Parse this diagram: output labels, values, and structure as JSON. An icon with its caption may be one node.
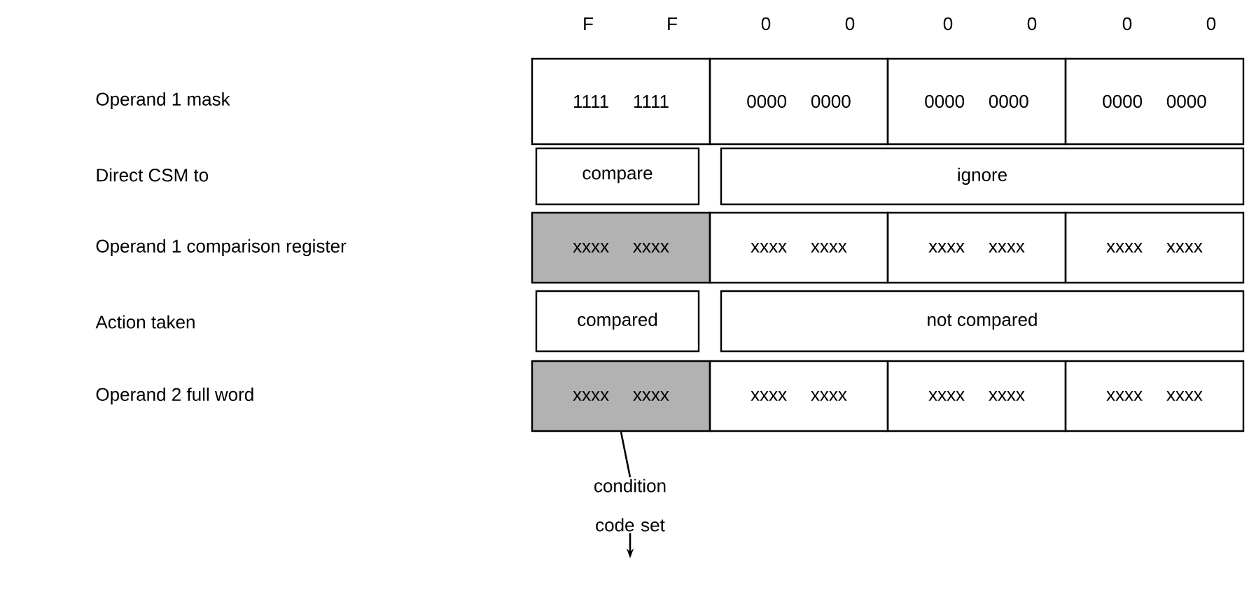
{
  "diagram": {
    "nodes": [
      {
        "text": [
          "1111",
          "1111"
        ]
      },
      {
        "text": [
          "0000",
          "0000"
        ]
      },
      {
        "text": [
          "0000",
          "0000"
        ]
      },
      {
        "text": [
          "0000",
          "0000"
        ]
      },
      {
        "text": [
          "compare"
        ]
      },
      {
        "text": [
          "ignore"
        ]
      },
      {
        "text": [
          "xxxx",
          "xxxx"
        ]
      },
      {
        "text": [
          "xxxx",
          "xxxx"
        ]
      },
      {
        "text": [
          "xxxx",
          "xxxx"
        ]
      },
      {
        "text": [
          "xxxx",
          "xxxx"
        ]
      },
      {
        "text": [
          "compared"
        ]
      },
      {
        "text": [
          "not compared"
        ]
      },
      {
        "text": [
          "xxxx",
          "xxxx"
        ]
      },
      {
        "text": [
          "xxxx",
          "xxxx"
        ]
      },
      {
        "text": [
          "xxxx",
          "xxxx"
        ]
      },
      {
        "text": [
          "xxxx",
          "xxxx"
        ]
      },
      {
        "text": [
          "condition code set"
        ]
      }
    ],
    "edges": [
      {
        "from": 12,
        "to": 16,
        "arrow": "none"
      },
      {
        "from": 16,
        "to": null,
        "arrow": "to"
      }
    ],
    "labels": [
      "F",
      "F",
      "0",
      "0",
      "0",
      "0",
      "0",
      "0",
      "Operand 1 mask",
      "Direct CSM to",
      "Operand 1 comparison register",
      "Action taken",
      "Operand 2 full word"
    ]
  }
}
